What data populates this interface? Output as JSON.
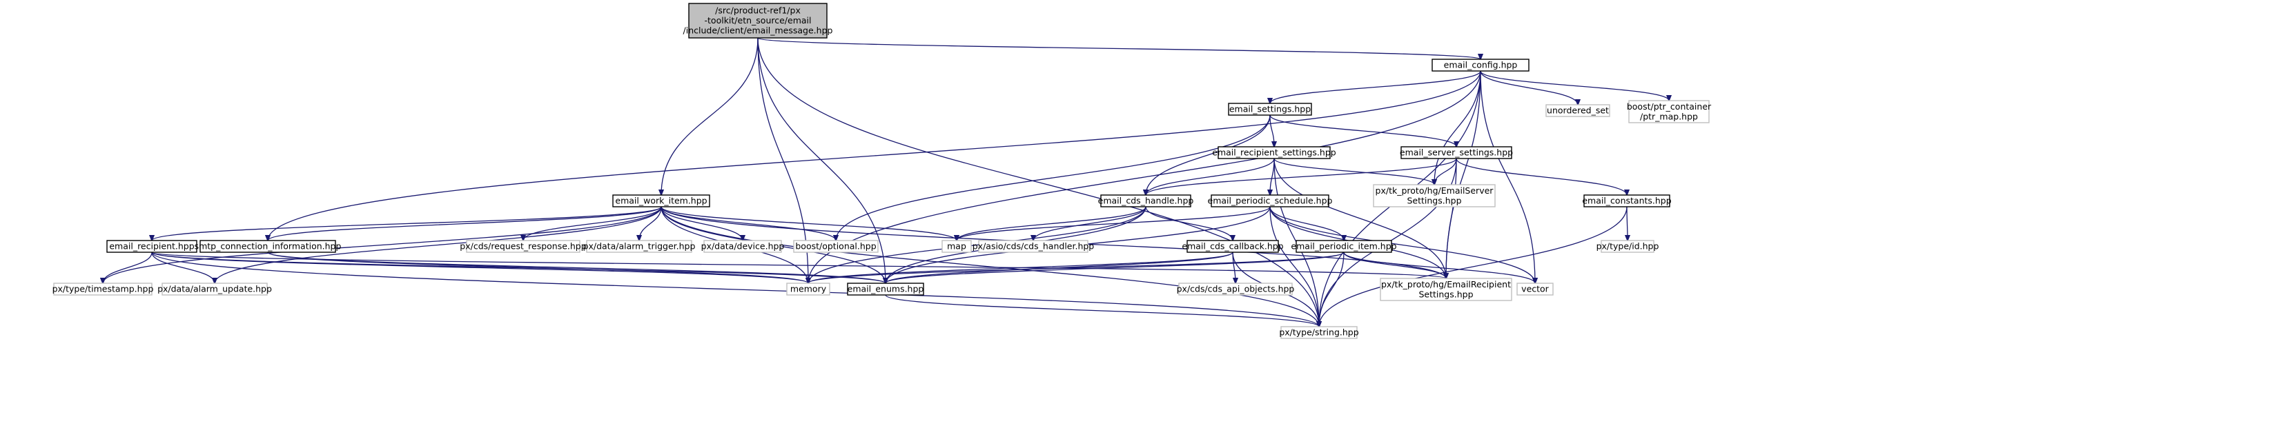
{
  "graph": {
    "nodes": [
      {
        "id": "root",
        "kind": "root",
        "lines": [
          "/src/product-ref1/px",
          "-toolkit/etn_source/email",
          "/include/client/email_message.hpp"
        ]
      },
      {
        "id": "email_config",
        "kind": "doc",
        "lines": [
          "email_config.hpp"
        ]
      },
      {
        "id": "email_settings",
        "kind": "doc",
        "lines": [
          "email_settings.hpp"
        ]
      },
      {
        "id": "unordered_set",
        "kind": "ext",
        "lines": [
          "unordered_set"
        ]
      },
      {
        "id": "ptr_map",
        "kind": "ext",
        "lines": [
          "boost/ptr_container",
          "/ptr_map.hpp"
        ]
      },
      {
        "id": "email_recipient_settings",
        "kind": "doc",
        "lines": [
          "email_recipient_settings.hpp"
        ]
      },
      {
        "id": "email_server_settings",
        "kind": "doc",
        "lines": [
          "email_server_settings.hpp"
        ]
      },
      {
        "id": "email_work_item",
        "kind": "doc",
        "lines": [
          "email_work_item.hpp"
        ]
      },
      {
        "id": "email_cds_handle",
        "kind": "doc",
        "lines": [
          "email_cds_handle.hpp"
        ]
      },
      {
        "id": "email_periodic_schedule",
        "kind": "doc",
        "lines": [
          "email_periodic_schedule.hpp"
        ]
      },
      {
        "id": "email_server_settings_pb",
        "kind": "ext",
        "lines": [
          "px/tk_proto/hg/EmailServer",
          "Settings.hpp"
        ]
      },
      {
        "id": "email_constants",
        "kind": "doc",
        "lines": [
          "email_constants.hpp"
        ]
      },
      {
        "id": "email_recipient",
        "kind": "doc",
        "lines": [
          "email_recipient.hpp"
        ]
      },
      {
        "id": "smtp_connection",
        "kind": "doc",
        "lines": [
          "smtp_connection_information.hpp"
        ]
      },
      {
        "id": "request_response",
        "kind": "ext",
        "lines": [
          "px/cds/request_response.hpp"
        ]
      },
      {
        "id": "alarm_trigger",
        "kind": "ext",
        "lines": [
          "px/data/alarm_trigger.hpp"
        ]
      },
      {
        "id": "device",
        "kind": "ext",
        "lines": [
          "px/data/device.hpp"
        ]
      },
      {
        "id": "boost_optional",
        "kind": "ext",
        "lines": [
          "boost/optional.hpp"
        ]
      },
      {
        "id": "map",
        "kind": "ext",
        "lines": [
          "map"
        ]
      },
      {
        "id": "cds_handler",
        "kind": "ext",
        "lines": [
          "px/asio/cds/cds_handler.hpp"
        ]
      },
      {
        "id": "email_cds_callback",
        "kind": "doc",
        "lines": [
          "email_cds_callback.hpp"
        ]
      },
      {
        "id": "email_periodic_item",
        "kind": "doc",
        "lines": [
          "email_periodic_item.hpp"
        ]
      },
      {
        "id": "type_id",
        "kind": "ext",
        "lines": [
          "px/type/id.hpp"
        ]
      },
      {
        "id": "timestamp",
        "kind": "ext",
        "lines": [
          "px/type/timestamp.hpp"
        ]
      },
      {
        "id": "alarm_update",
        "kind": "ext",
        "lines": [
          "px/data/alarm_update.hpp"
        ]
      },
      {
        "id": "memory",
        "kind": "ext",
        "lines": [
          "memory"
        ]
      },
      {
        "id": "email_enums",
        "kind": "doc",
        "lines": [
          "email_enums.hpp"
        ]
      },
      {
        "id": "cds_api_objects",
        "kind": "ext",
        "lines": [
          "px/cds/cds_api_objects.hpp"
        ]
      },
      {
        "id": "email_recipient_settings_pb",
        "kind": "ext",
        "lines": [
          "px/tk_proto/hg/EmailRecipient",
          "Settings.hpp"
        ]
      },
      {
        "id": "vector",
        "kind": "ext",
        "lines": [
          "vector"
        ]
      },
      {
        "id": "string",
        "kind": "ext",
        "lines": [
          "px/type/string.hpp"
        ]
      }
    ],
    "edges": [
      [
        "root",
        "email_config"
      ],
      [
        "root",
        "email_work_item"
      ],
      [
        "root",
        "email_enums"
      ],
      [
        "root",
        "memory"
      ],
      [
        "root",
        "string"
      ],
      [
        "email_config",
        "email_settings"
      ],
      [
        "email_config",
        "unordered_set"
      ],
      [
        "email_config",
        "ptr_map"
      ],
      [
        "email_config",
        "memory"
      ],
      [
        "email_config",
        "smtp_connection"
      ],
      [
        "email_config",
        "email_server_settings_pb"
      ],
      [
        "email_config",
        "email_recipient_settings_pb"
      ],
      [
        "email_config",
        "vector"
      ],
      [
        "email_config",
        "string"
      ],
      [
        "email_settings",
        "email_recipient_settings"
      ],
      [
        "email_settings",
        "email_server_settings"
      ],
      [
        "email_settings",
        "email_cds_handle"
      ],
      [
        "email_settings",
        "boost_optional"
      ],
      [
        "email_recipient_settings",
        "email_cds_handle"
      ],
      [
        "email_recipient_settings",
        "email_periodic_schedule"
      ],
      [
        "email_recipient_settings",
        "email_server_settings_pb"
      ],
      [
        "email_recipient_settings",
        "email_recipient_settings_pb"
      ],
      [
        "email_recipient_settings",
        "string"
      ],
      [
        "email_server_settings",
        "email_cds_handle"
      ],
      [
        "email_server_settings",
        "email_server_settings_pb"
      ],
      [
        "email_server_settings",
        "email_constants"
      ],
      [
        "email_server_settings",
        "email_recipient_settings_pb"
      ],
      [
        "email_server_settings",
        "string"
      ],
      [
        "email_work_item",
        "email_recipient"
      ],
      [
        "email_work_item",
        "smtp_connection"
      ],
      [
        "email_work_item",
        "request_response"
      ],
      [
        "email_work_item",
        "alarm_trigger"
      ],
      [
        "email_work_item",
        "device"
      ],
      [
        "email_work_item",
        "boost_optional"
      ],
      [
        "email_work_item",
        "map"
      ],
      [
        "email_work_item",
        "timestamp"
      ],
      [
        "email_work_item",
        "alarm_update"
      ],
      [
        "email_work_item",
        "email_enums"
      ],
      [
        "email_work_item",
        "email_recipient_settings_pb"
      ],
      [
        "email_work_item",
        "memory"
      ],
      [
        "email_work_item",
        "string"
      ],
      [
        "email_cds_handle",
        "map"
      ],
      [
        "email_cds_handle",
        "cds_handler"
      ],
      [
        "email_cds_handle",
        "email_cds_callback"
      ],
      [
        "email_cds_handle",
        "email_enums"
      ],
      [
        "email_cds_handle",
        "memory"
      ],
      [
        "email_periodic_schedule",
        "email_periodic_item"
      ],
      [
        "email_periodic_schedule",
        "map"
      ],
      [
        "email_periodic_schedule",
        "email_enums"
      ],
      [
        "email_periodic_schedule",
        "email_recipient_settings_pb"
      ],
      [
        "email_periodic_schedule",
        "vector"
      ],
      [
        "email_periodic_schedule",
        "string"
      ],
      [
        "email_constants",
        "type_id"
      ],
      [
        "email_constants",
        "string"
      ],
      [
        "email_recipient",
        "timestamp"
      ],
      [
        "email_recipient",
        "alarm_update"
      ],
      [
        "email_recipient",
        "memory"
      ],
      [
        "email_recipient",
        "email_enums"
      ],
      [
        "email_recipient",
        "string"
      ],
      [
        "email_recipient",
        "email_recipient_settings_pb"
      ],
      [
        "smtp_connection",
        "memory"
      ],
      [
        "smtp_connection",
        "email_enums"
      ],
      [
        "email_cds_callback",
        "memory"
      ],
      [
        "email_cds_callback",
        "email_enums"
      ],
      [
        "email_cds_callback",
        "cds_api_objects"
      ],
      [
        "email_cds_callback",
        "string"
      ],
      [
        "email_periodic_item",
        "memory"
      ],
      [
        "email_periodic_item",
        "email_enums"
      ],
      [
        "email_periodic_item",
        "email_recipient_settings_pb"
      ],
      [
        "email_periodic_item",
        "string"
      ],
      [
        "email_periodic_item",
        "vector"
      ],
      [
        "email_enums",
        "string"
      ]
    ]
  }
}
